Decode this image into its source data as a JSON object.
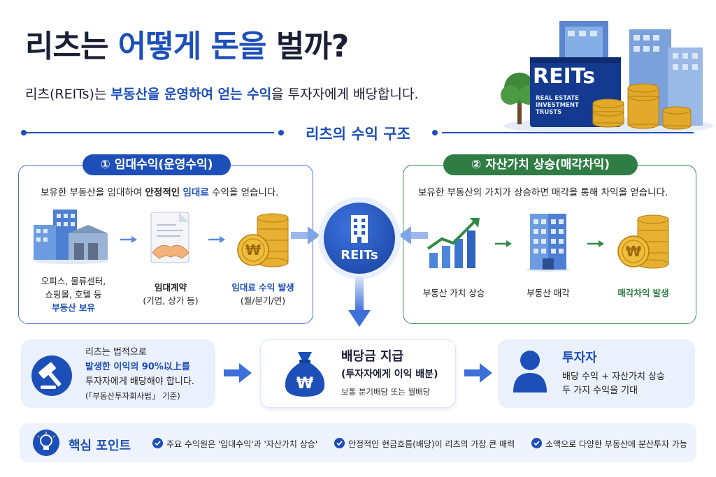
{
  "header": {
    "title_part1": "리츠는",
    "title_part2": "어떻게 돈을",
    "title_part3": "벌까?",
    "subtitle_part1": "리츠(REITs)는",
    "subtitle_part2": "부동산을 운영하여 얻는 수익",
    "subtitle_part3": "을 투자자에게 배당합니다.",
    "hero_badge": "REITs",
    "hero_badge_sub1": "REAL ESTATE",
    "hero_badge_sub2": "INVESTMENT",
    "hero_badge_sub3": "TRUSTS"
  },
  "section_title": "리츠의 수익 구조",
  "rental": {
    "pill": "① 임대수익(운영수익)",
    "desc_part1": "보유한 부동산을 임대하여",
    "desc_part2": "안정적인",
    "desc_part3": "임대료",
    "desc_part4": "수익을 얻습니다.",
    "step1_line1": "오피스, 물류센터,",
    "step1_line2": "쇼핑몰, 호텔 등",
    "step1_line3": "부동산 보유",
    "step2_line1": "임대계약",
    "step2_line2": "(기업, 상가 등)",
    "step3_line1": "임대료 수익 발생",
    "step3_line2": "(월/분기/연)"
  },
  "appreciation": {
    "pill": "② 자산가치 상승(매각차익)",
    "desc": "보유한 부동산의 가치가 상승하면 매각을 통해 차익을 얻습니다.",
    "step1": "부동산 가치 상승",
    "step2": "부동산 매각",
    "step3": "매각차익 발생"
  },
  "center": {
    "label": "REITs"
  },
  "law": {
    "line1": "리츠는 법적으로",
    "line2": "발생한 이익의 90%以上를",
    "line3": "투자자에게 배당해야 합니다.",
    "line4": "(「부동산투자회사법」 기준)"
  },
  "dividend": {
    "title": "배당금 지급",
    "subtitle": "(투자자에게 이익 배분)",
    "note": "보통 분기배당 또는 월배당"
  },
  "investor": {
    "title": "투자자",
    "line1": "배당 수익 + 자산가치 상승",
    "line2": "두 가지 수익을 기대"
  },
  "key_points": {
    "title": "핵심 포인트",
    "items": [
      "주요 수익원은 '임대수익'과 '자산가치 상승'",
      "안정적인 현금흐름(배당)이 리츠의 가장 큰 매력",
      "소액으로 다양한 부동산에 분산투자 가능"
    ]
  },
  "colors": {
    "primary_blue": "#1d4fb8",
    "accent_green": "#2f7d44",
    "gold": "#e2a92a",
    "light_panel": "#eaf0fc"
  },
  "icons": [
    "building-cluster-icon",
    "contract-handshake-icon",
    "coin-stack-icon",
    "reits-building-icon",
    "growth-chart-icon",
    "office-tower-icon",
    "gavel-icon",
    "money-bag-icon",
    "person-icon",
    "lightbulb-icon",
    "check-icon",
    "arrow-right-icon",
    "arrow-down-icon"
  ]
}
